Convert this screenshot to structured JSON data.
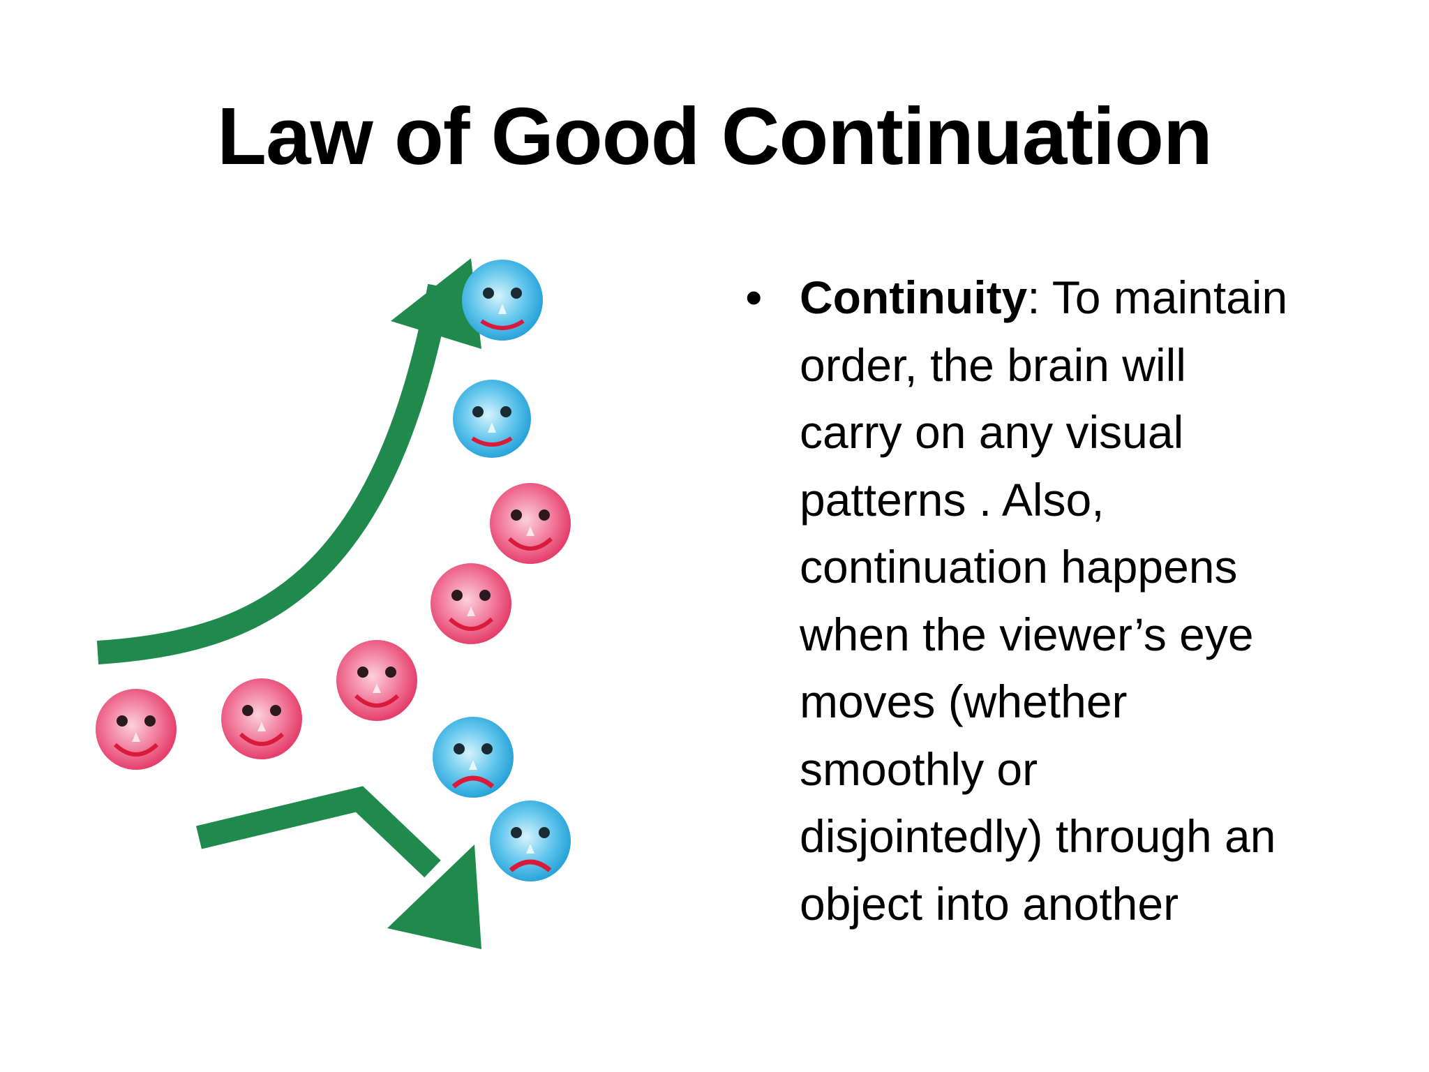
{
  "slide": {
    "title": "Law of Good Continuation",
    "bullet": {
      "marker": "•",
      "term": "Continuity",
      "separator": ": ",
      "lines": [
        "To maintain",
        "order, the brain will",
        "carry on any visual",
        "patterns . Also,",
        "continuation happens",
        "when the viewer’s eye",
        "moves (whether",
        "smoothly or",
        "disjointedly) through an",
        "object into another"
      ]
    }
  },
  "illustration": {
    "colors": {
      "arrow": "#1f8a4c",
      "happy_face": "#e83a6a",
      "happy_face_light": "#f7a9c0",
      "sad_face": "#27a9de",
      "sad_face_light": "#a9e4f7",
      "mouth": "#d91b3b"
    },
    "icons": [
      "upward-curved-arrow-icon",
      "downward-bent-arrow-icon",
      "happy-face-icon",
      "sad-face-icon"
    ]
  }
}
